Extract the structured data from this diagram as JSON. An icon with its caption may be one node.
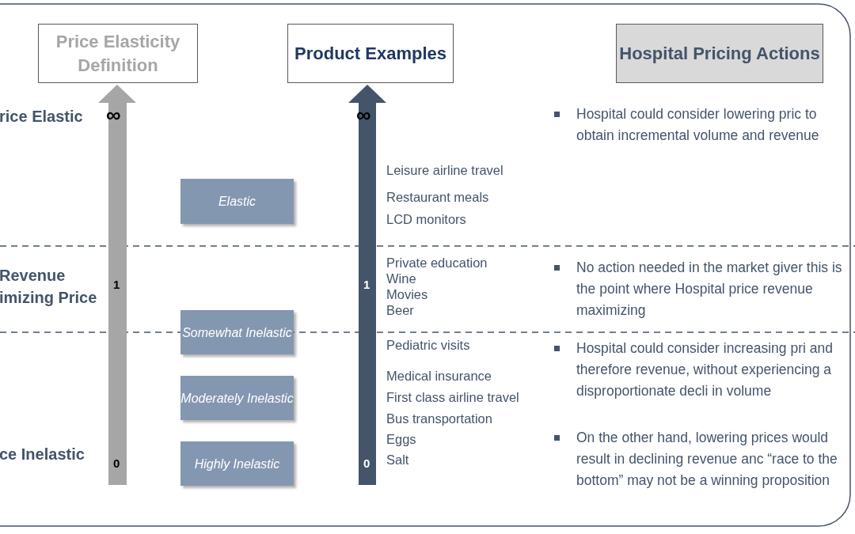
{
  "diagram": {
    "nodes": [
      {
        "text": [
          "Price Elasticity Definition"
        ]
      },
      {
        "text": [
          "Product Examples"
        ]
      },
      {
        "text": [
          "Hospital Pricing Actions"
        ]
      },
      {
        "text": [
          "Elastic"
        ]
      },
      {
        "text": [
          "Somewhat Inelastic"
        ]
      },
      {
        "text": [
          "Moderately Inelastic"
        ]
      },
      {
        "text": [
          "Highly Inelastic"
        ]
      }
    ],
    "edges": [],
    "labels": [
      "rice Elastic",
      "∞",
      "∞",
      "Hospital could consider lowering pric to obtain incremental volume and revenue",
      "Leisure airline travel",
      "Restaurant meals",
      "LCD monitors",
      "Revenue imizing Price",
      "1",
      "1",
      "Private education",
      "Wine",
      "Movies",
      "Beer",
      "No action needed in the market giver this is the point where Hospital price revenue maximizing",
      "Pediatric visits",
      "Hospital could consider increasing pri and therefore revenue, without experiencing a disproportionate decli in volume",
      "Medical insurance",
      "First class airline travel",
      "Bus transportation",
      "Eggs",
      "Salt",
      "On the other hand, lowering prices would result in declining revenue anc “race to the bottom” may not be a winning proposition",
      "ce Inelastic",
      "0",
      "0"
    ]
  }
}
